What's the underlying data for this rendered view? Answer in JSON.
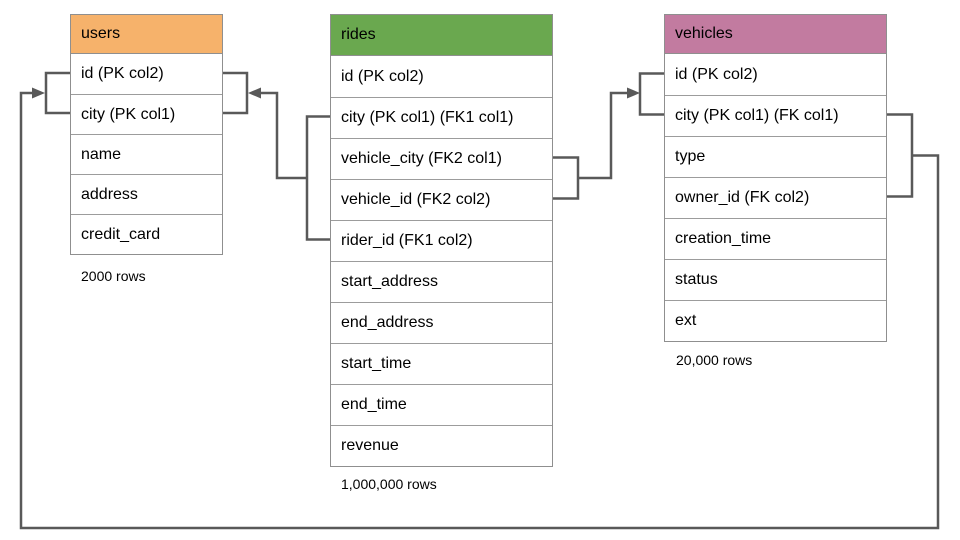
{
  "line_color": "#595959",
  "tables": {
    "users": {
      "title": "users",
      "header_color": "#F6B26B",
      "rows": [
        "id (PK col2)",
        "city (PK col1)",
        "name",
        "address",
        "credit_card"
      ],
      "row_count": "2000 rows"
    },
    "rides": {
      "title": "rides",
      "header_color": "#6AA84F",
      "rows": [
        "id (PK col2)",
        "city (PK col1) (FK1 col1)",
        "vehicle_city (FK2 col1)",
        "vehicle_id (FK2 col2)",
        "rider_id (FK1 col2)",
        "start_address",
        "end_address",
        "start_time",
        "end_time",
        "revenue"
      ],
      "row_count": "1,000,000 rows"
    },
    "vehicles": {
      "title": "vehicles",
      "header_color": "#C27BA0",
      "rows": [
        "id (PK col2)",
        "city (PK col1) (FK col1)",
        "type",
        "owner_id (FK col2)",
        "creation_time",
        "status",
        "ext"
      ],
      "row_count": "20,000 rows"
    }
  },
  "relationships": [
    {
      "name": "FK1",
      "from": "rides (city, rider_id)",
      "to": "users (city, id)"
    },
    {
      "name": "FK2",
      "from": "rides (vehicle_city, vehicle_id)",
      "to": "vehicles (city, id)"
    },
    {
      "name": "FK",
      "from": "vehicles (city, owner_id)",
      "to": "users (city, id)"
    }
  ]
}
